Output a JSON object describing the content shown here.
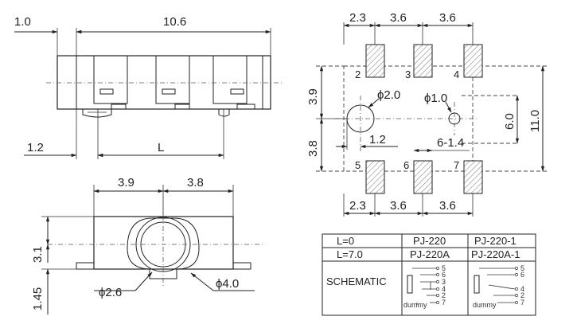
{
  "top_view": {
    "dim_left": "1.0",
    "dim_total": "10.6",
    "dim_bottom_left": "1.2",
    "dim_L": "L"
  },
  "front_view": {
    "dim_left": "3.9",
    "dim_right": "3.8",
    "dim_height": "3.1",
    "dim_base": "1.45",
    "dim_hole_inner": "ϕ2.6",
    "dim_hole_outer": "ϕ4.0"
  },
  "footprint": {
    "dims_top": [
      "2.3",
      "3.6",
      "3.6"
    ],
    "dims_bottom": [
      "2.3",
      "3.6",
      "3.6"
    ],
    "dim_left_upper": "3.9",
    "dim_left_lower": "3.8",
    "dim_right_inner": "6.0",
    "dim_right_outer": "11.0",
    "hole_large": "ϕ2.0",
    "hole_small": "ϕ1.0",
    "dim_hole_offset": "1.2",
    "dim_pad": "6-1.4",
    "pin_labels_top": [
      "2",
      "3",
      "4"
    ],
    "pin_labels_bottom": [
      "5",
      "6",
      "7"
    ]
  },
  "table": {
    "rows": [
      {
        "cond": "L=0",
        "a": "PJ-220",
        "b": "PJ-220-1"
      },
      {
        "cond": "L=7.0",
        "a": "PJ-220A",
        "b": "PJ-220A-1"
      }
    ],
    "schematic_label": "SCHEMATIC",
    "schem_a": {
      "pins": [
        "5",
        "6",
        "3",
        "4",
        "2",
        "7"
      ],
      "dummy": "dummy"
    },
    "schem_b": {
      "pins": [
        "5",
        "6",
        "4",
        "2",
        "7"
      ],
      "dummy": "dummy"
    }
  }
}
